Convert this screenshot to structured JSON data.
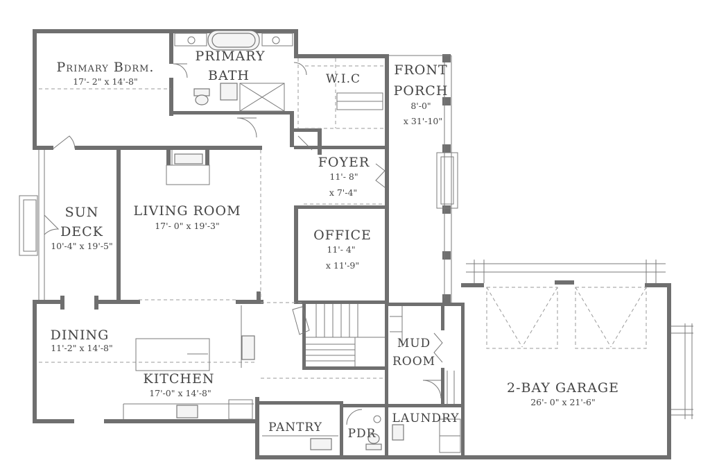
{
  "rooms": {
    "primary_bdrm": {
      "name": "Primary Bdrm.",
      "dims": "17'- 2\" x 14'-8\""
    },
    "primary_bath": {
      "name_line1": "PRIMARY",
      "name_line2": "BATH"
    },
    "wic": {
      "name": "W.I.C"
    },
    "front_porch": {
      "name_line1": "FRONT",
      "name_line2": "PORCH",
      "dims_line1": "8'-0\"",
      "dims_line2": "x 31'-10\""
    },
    "foyer": {
      "name": "FOYER",
      "dims_line1": "11'- 8\"",
      "dims_line2": "x 7'-4\""
    },
    "sun_deck": {
      "name_line1": "SUN",
      "name_line2": "DECK",
      "dims": "10'-4\" x 19'-5\""
    },
    "living_room": {
      "name": "LIVING ROOM",
      "dims": "17'- 0\" x 19'-3\""
    },
    "office": {
      "name": "OFFICE",
      "dims_line1": "11'- 4\"",
      "dims_line2": "x 11'-9\""
    },
    "dining": {
      "name": "DINING",
      "dims": "11'-2\" x 14'-8\""
    },
    "kitchen": {
      "name": "KITCHEN",
      "dims": "17'-0\" x 14'-8\""
    },
    "mud_room": {
      "name_line1": "MUD",
      "name_line2": "ROOM"
    },
    "garage": {
      "name": "2-BAY GARAGE",
      "dims": "26'- 0\" x 21'-6\""
    },
    "pantry": {
      "name": "PANTRY"
    },
    "pdr": {
      "name": "PDR"
    },
    "laundry": {
      "name": "LAUNDRY"
    }
  },
  "colors": {
    "wall": "#6f6f6f",
    "line": "#7a7a7a",
    "text": "#444444",
    "background": "#ffffff"
  }
}
